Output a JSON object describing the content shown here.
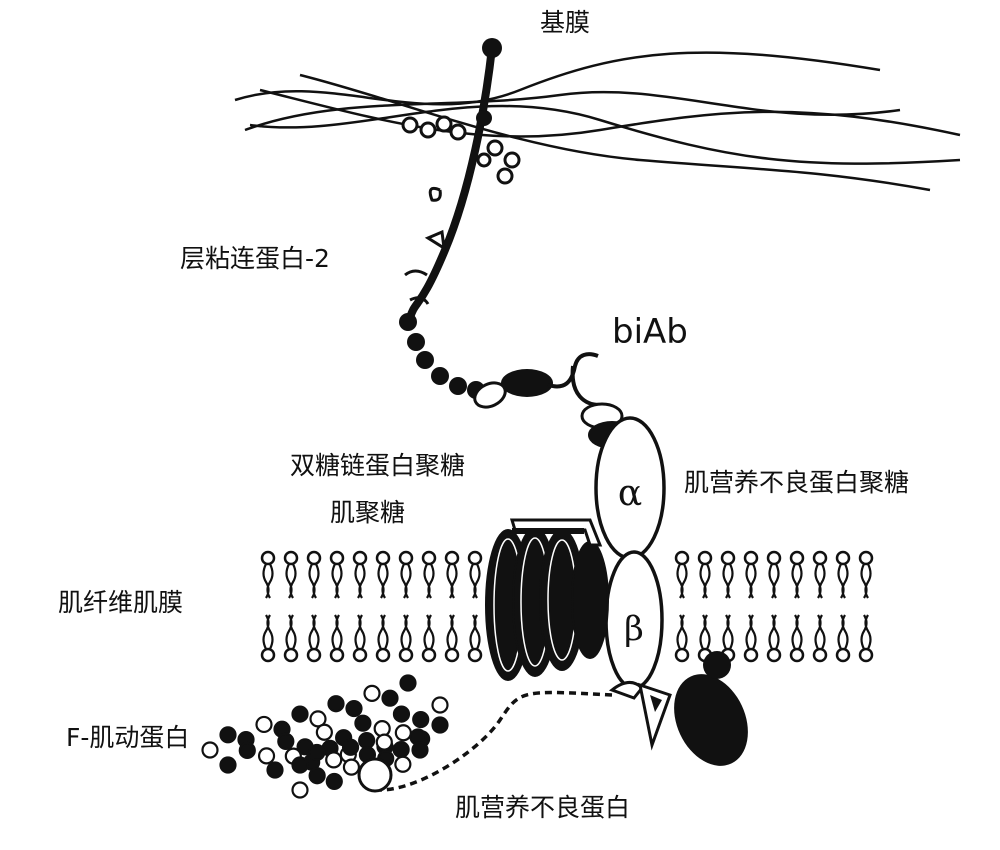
{
  "labels": {
    "basement_membrane": "基膜",
    "laminin2": "层粘连蛋白-2",
    "biab": "biAb",
    "biglycan": "双糖链蛋白聚糖",
    "sarcoglycan": "肌聚糖",
    "dystroglycan": "肌营养不良蛋白聚糖",
    "sarcolemma": "肌纤维肌膜",
    "f_actin": "F-肌动蛋白",
    "dystrophin": "肌营养不良蛋白",
    "alpha_symbol": "α",
    "beta_symbol": "β"
  },
  "colors": {
    "ink": "#111111",
    "background": "#ffffff"
  }
}
